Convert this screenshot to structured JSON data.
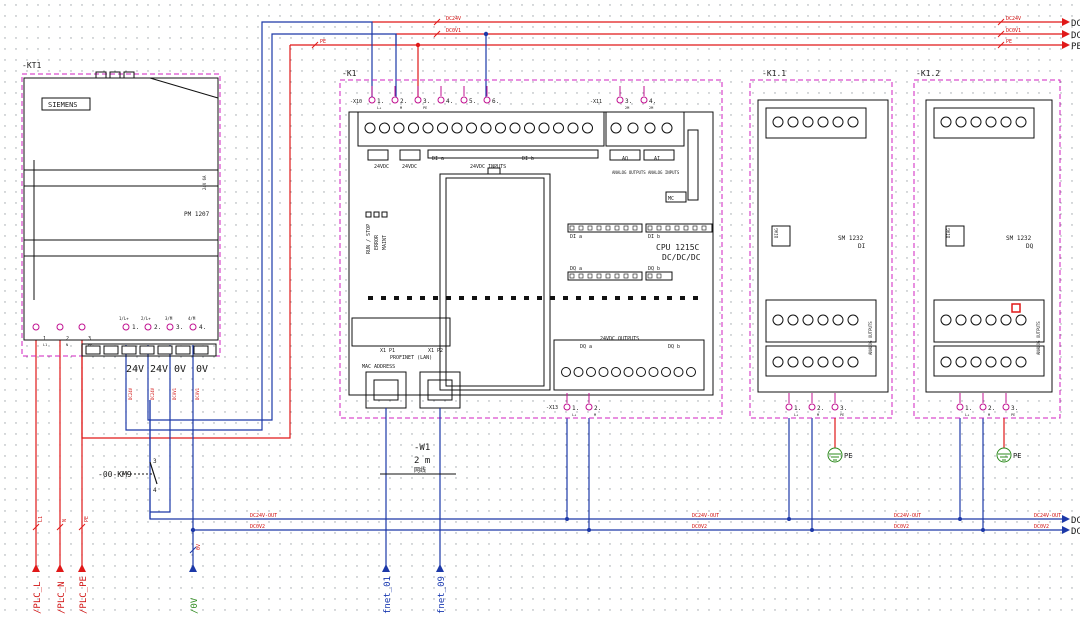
{
  "buses": {
    "top": [
      {
        "label": "DC24V",
        "end": "DC",
        "color": "#e01818"
      },
      {
        "label": "DC0V1",
        "end": "DC",
        "color": "#e01818"
      },
      {
        "label": "PE",
        "end": "PE",
        "color": "#e01818"
      }
    ],
    "bottom": [
      {
        "label": "DC24V-OUT",
        "end": "DC",
        "color": "#1c38a8"
      },
      {
        "label": "DC0V2",
        "end": "DC",
        "color": "#1c38a8"
      }
    ]
  },
  "kt1": {
    "tag": "-KT1",
    "brand": "SIEMENS",
    "model": "PM 1207",
    "side_label": "24V 6A",
    "in_terms": [
      "1",
      "2",
      "3"
    ],
    "in_subs": [
      "L1",
      "N",
      "PE"
    ],
    "out_terms": [
      "1/L+",
      "2/L+",
      "3/M",
      "4/M"
    ],
    "out_nums": [
      "1.",
      "2.",
      "3.",
      "4."
    ],
    "out_labels": [
      "24V",
      "24V",
      "0V",
      "0V"
    ],
    "wire_tags": [
      "DC24V",
      "DC24V",
      "DC0V1",
      "DC0V1"
    ]
  },
  "k1": {
    "tag": "-K1",
    "x10": "-X10",
    "x10_terms": [
      "1.",
      "2.",
      "3.",
      "4.",
      "5.",
      "6."
    ],
    "x10_subs": [
      "L+",
      "M",
      "PE",
      "",
      "",
      ""
    ],
    "x11": "-X11",
    "x11_terms": [
      "3.",
      "4."
    ],
    "x11_subs": [
      "2M",
      "2M"
    ],
    "labels": {
      "vdc1": "24VDC",
      "vdc2": "24VDC",
      "di_a": "DI a",
      "di_b": "DI b",
      "inputs": "24VDC INPUTS",
      "analog_out": "ANALOG OUTPUTS",
      "analog_in": "ANALOG INPUTS",
      "aq": "AQ",
      "ai": "AI",
      "mc": "MC",
      "run": "RUN / STOP",
      "error": "ERROR",
      "maint": "MAINT",
      "cpu": "CPU 1215C",
      "cpu_sub": "DC/DC/DC",
      "x1p1": "X1 P1",
      "x1p2": "X1 P2",
      "profinet": "PROFINET (LAN)",
      "mac": "MAC ADDRESS",
      "outputs": "24VDC OUTPUTS",
      "dq_a": "DQ a",
      "dq_b": "DQ b",
      "dqa_lbl": "DQ a",
      "dqb_lbl": "DQ b"
    },
    "x13": "-X13",
    "x13_terms": [
      "1.",
      "2."
    ],
    "x13_subs": [
      "L+",
      "M"
    ]
  },
  "k11": {
    "tag": "-K1.1",
    "model": "SM 1232",
    "model_sub": "DI",
    "diag": "DIAG",
    "terms": [
      "1.",
      "2.",
      "3."
    ],
    "subs": [
      "L+",
      "M",
      "PE"
    ],
    "side": "ANALOG OUTPUTS"
  },
  "k12": {
    "tag": "-K1.2",
    "model": "SM 1232",
    "model_sub": "DQ",
    "diag": "DIAG",
    "terms": [
      "1.",
      "2.",
      "3."
    ],
    "subs": [
      "L+",
      "M",
      "PE"
    ],
    "side": "ANALOG OUTPUTS"
  },
  "km9": "-00-KM9",
  "km9_terms": [
    "3",
    "4"
  ],
  "cable": {
    "tag": "-W1",
    "len": "2 m",
    "name": "网线"
  },
  "pe_symbols": [
    "PE",
    "PE"
  ],
  "bottom_refs": [
    "/PLC_L",
    "/PLC_N",
    "/PLC_PE",
    "/0V",
    "fnet_01",
    "fnet_09"
  ],
  "bottom_wire_tags": [
    "L1",
    "N",
    "PE",
    "0V"
  ]
}
